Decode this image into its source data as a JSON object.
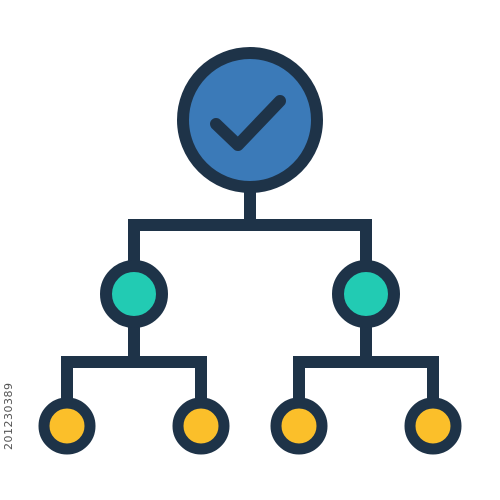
{
  "image": {
    "background_color": "#ffffff",
    "stock_id_text": "201230389"
  },
  "icon": {
    "name": "hierarchy-approval-icon",
    "colors": {
      "stroke": "#1e3348",
      "root_fill": "#3b7ab8",
      "mid_fill": "#22cbb3",
      "leaf_fill": "#fbbf2a",
      "check": "#1e3348"
    },
    "structure": {
      "root": "checkmark-circle",
      "children": [
        {
          "node": "teal-circle",
          "children": [
            "yellow-circle",
            "yellow-circle"
          ]
        },
        {
          "node": "teal-circle",
          "children": [
            "yellow-circle",
            "yellow-circle"
          ]
        }
      ]
    }
  }
}
